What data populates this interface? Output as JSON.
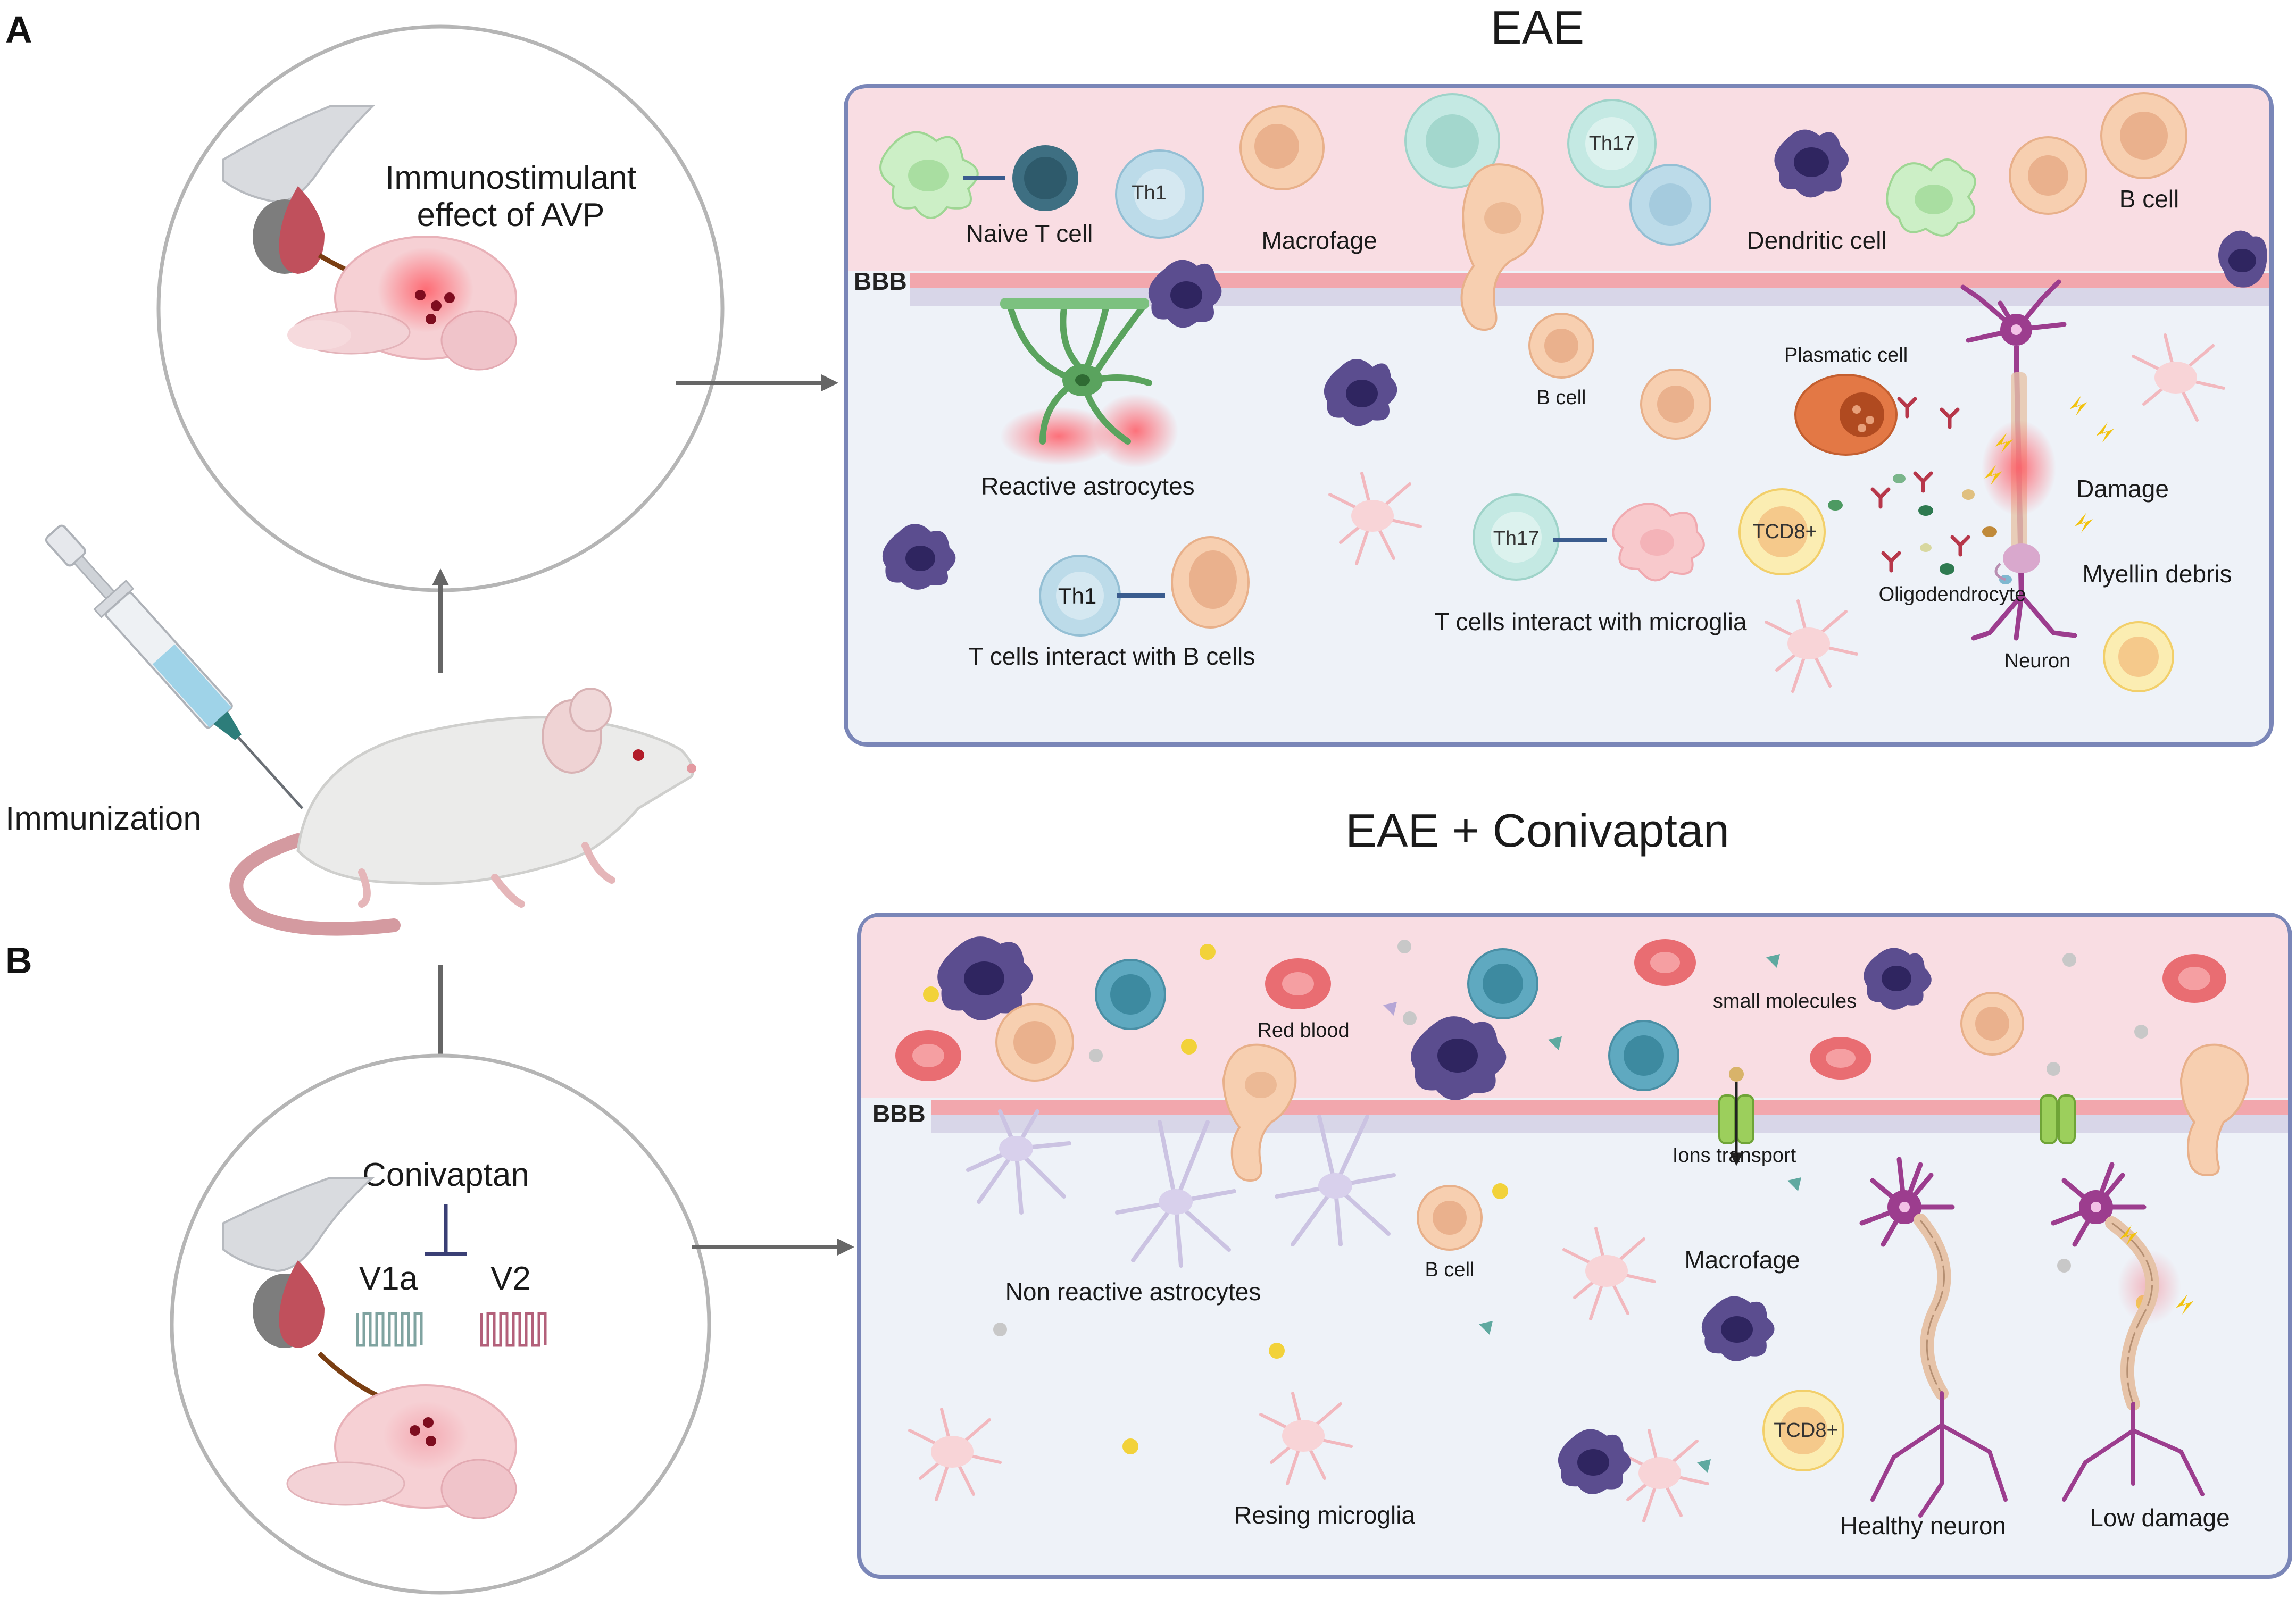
{
  "panel_labels": {
    "a": "A",
    "b": "B"
  },
  "titles": {
    "top": "EAE",
    "bottom": "EAE + Conivaptan"
  },
  "left": {
    "top_circle_text_line1": "Immunostimulant",
    "top_circle_text_line2": "effect of AVP",
    "immunization": "Immunization",
    "conivaptan": "Conivaptan",
    "receptor_v1a": "V1a",
    "receptor_v2": "V2"
  },
  "panel_a": {
    "bbb": "BBB",
    "naive_t_cell": "Naive T cell",
    "th1_blood": "Th1",
    "macrophage": "Macrofage",
    "th17_blood": "Th17",
    "dendritic_cell": "Dendritic cell",
    "b_cell_blood": "B cell",
    "b_cell_cns": "B cell",
    "plasmatic_cell": "Plasmatic cell",
    "reactive_astrocytes": "Reactive astrocytes",
    "damage": "Damage",
    "tcd8": "TCD8+",
    "th17_cns": "Th17",
    "myelin_debris": "Myellin debris",
    "oligodendrocyte": "Oligodendrocyte",
    "th1_cns": "Th1",
    "t_b_interaction": "T cells interact with B cells",
    "t_microglia_interaction": "T cells interact with microglia",
    "neuron": "Neuron"
  },
  "panel_b": {
    "bbb": "BBB",
    "red_blood": "Red blood",
    "small_molecules": "small molecules",
    "ions_transport": "Ions transport",
    "non_reactive_astrocytes": "Non reactive astrocytes",
    "b_cell": "B cell",
    "macrophage": "Macrofage",
    "tcd8": "TCD8+",
    "resting_microglia": "Resing microglia",
    "healthy_neuron": "Healthy neuron",
    "low_damage": "Low damage"
  },
  "colors": {
    "vessel": "#f9dde3",
    "tissue": "#eef2f8",
    "frame": "#7a86b8",
    "endothelial": "#f2a7ad",
    "neuron": "#9c3d8e",
    "astro_reactive": "#5aa35e",
    "dendritic": "#ccefc6",
    "macrophage": "#f7cfb0",
    "dc_purple": "#5b4d8f",
    "th": "#bcdbe9",
    "teal_cell": "#5fa9c0",
    "rbc": "#e96d72"
  }
}
